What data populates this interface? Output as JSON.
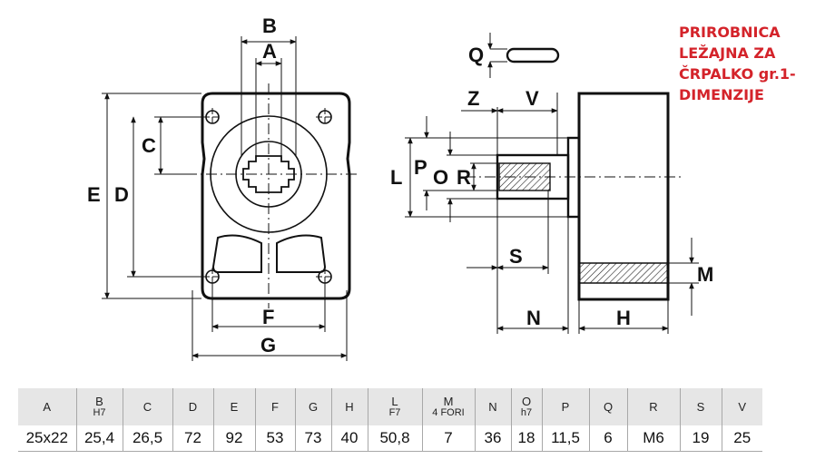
{
  "title_lines": [
    "PRIROBNICA",
    "LEŽAJNA ZA",
    "ČRPALKO gr.1-",
    "DIMENZIJE"
  ],
  "labels": {
    "A": "A",
    "B": "B",
    "C": "C",
    "D": "D",
    "E": "E",
    "F": "F",
    "G": "G",
    "H": "H",
    "L": "L",
    "M": "M",
    "N": "N",
    "O": "O",
    "P": "P",
    "Q": "Q",
    "R": "R",
    "S": "S",
    "V": "V",
    "Z": "Z"
  },
  "table": {
    "headers": [
      {
        "main": "A",
        "sub": ""
      },
      {
        "main": "B",
        "sub": "H7"
      },
      {
        "main": "C",
        "sub": ""
      },
      {
        "main": "D",
        "sub": ""
      },
      {
        "main": "E",
        "sub": ""
      },
      {
        "main": "F",
        "sub": ""
      },
      {
        "main": "G",
        "sub": ""
      },
      {
        "main": "H",
        "sub": ""
      },
      {
        "main": "L",
        "sub": "F7"
      },
      {
        "main": "M",
        "sub": "4 FORI"
      },
      {
        "main": "N",
        "sub": ""
      },
      {
        "main": "O",
        "sub": "h7"
      },
      {
        "main": "P",
        "sub": ""
      },
      {
        "main": "Q",
        "sub": ""
      },
      {
        "main": "R",
        "sub": ""
      },
      {
        "main": "S",
        "sub": ""
      },
      {
        "main": "V",
        "sub": ""
      }
    ],
    "values": [
      "25x22",
      "25,4",
      "26,5",
      "72",
      "92",
      "53",
      "73",
      "40",
      "50,8",
      "7",
      "36",
      "18",
      "11,5",
      "6",
      "M6",
      "19",
      "25"
    ]
  }
}
